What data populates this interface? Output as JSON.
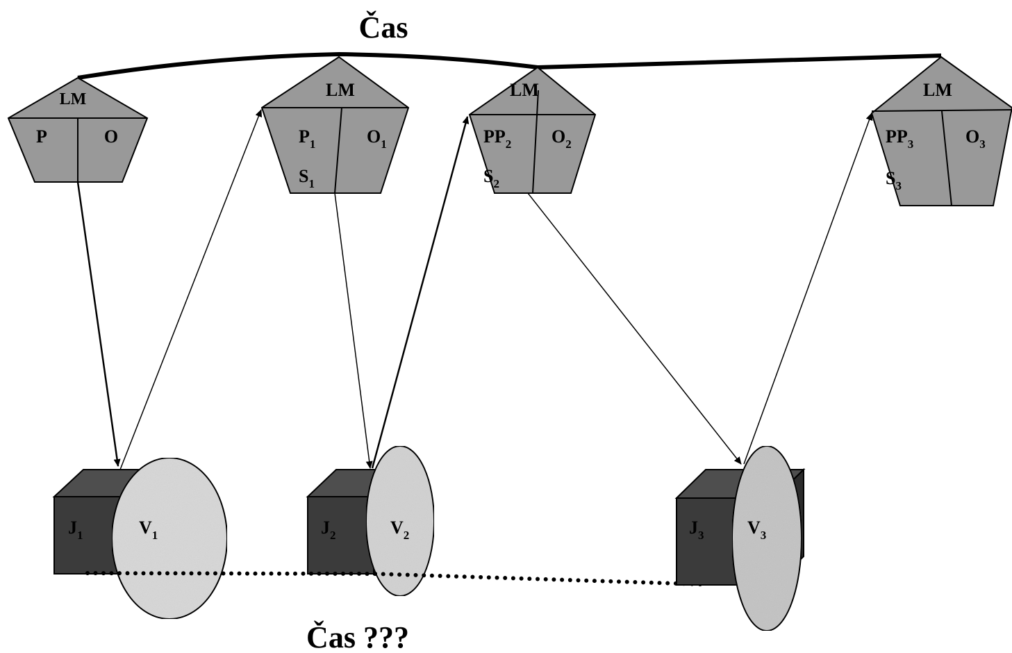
{
  "top_title": "Čas",
  "bottom_title": "Čas ???",
  "modules": [
    {
      "top": "LM",
      "left": "P",
      "left_sub": "",
      "right": "O",
      "right_sub": "",
      "bottom": "",
      "bottom_sub": ""
    },
    {
      "top": "LM",
      "left": "P",
      "left_sub": "1",
      "right": "O",
      "right_sub": "1",
      "bottom": "S",
      "bottom_sub": "1"
    },
    {
      "top": "LM",
      "left": "PP",
      "left_sub": "2",
      "right": "O",
      "right_sub": "2",
      "bottom": "S",
      "bottom_sub": "2"
    },
    {
      "top": "LM",
      "left": "PP",
      "left_sub": "3",
      "right": "O",
      "right_sub": "3",
      "bottom": "S",
      "bottom_sub": "3"
    }
  ],
  "units": [
    {
      "box": "J",
      "box_sub": "1",
      "ellipse": "V",
      "ellipse_sub": "1"
    },
    {
      "box": "J",
      "box_sub": "2",
      "ellipse": "V",
      "ellipse_sub": "2"
    },
    {
      "box": "J",
      "box_sub": "3",
      "ellipse": "V",
      "ellipse_sub": "3"
    }
  ],
  "colors": {
    "pentagon_fill": "#999999",
    "box_fill": "#3b3b3b",
    "ellipse_fill": "#d9d9d9",
    "line": "#000000"
  }
}
